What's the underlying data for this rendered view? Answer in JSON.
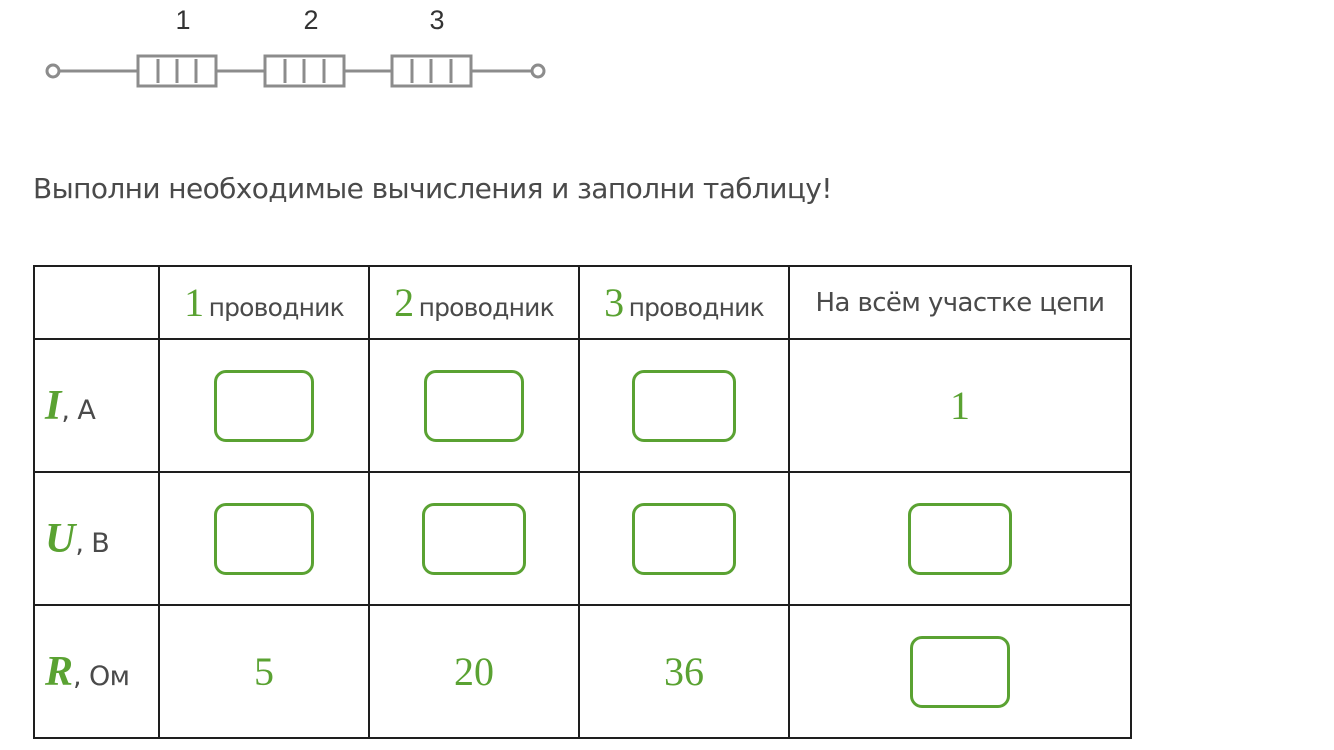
{
  "circuit": {
    "resistor_numbers": [
      "1",
      "2",
      "3"
    ]
  },
  "instruction": "Выполни необходимые вычисления и заполни таблицу!",
  "table": {
    "header": {
      "conductor_numbers": [
        "1",
        "2",
        "3"
      ],
      "conductor_word": "проводник",
      "total": "На всём участке цепи"
    },
    "rows": [
      {
        "symbol": "I",
        "unit": ", А",
        "cells": [
          "",
          "",
          "",
          "1"
        ]
      },
      {
        "symbol": "U",
        "unit": ", В",
        "cells": [
          "",
          "",
          "",
          ""
        ]
      },
      {
        "symbol": "R",
        "unit": ", Ом",
        "cells": [
          "5",
          "20",
          "36",
          ""
        ]
      }
    ]
  },
  "colors": {
    "accent_green": "#5aa232",
    "text_gray": "#4a4a4a",
    "border": "#1e1e1e",
    "diagram_gray": "#8c8c8c"
  }
}
